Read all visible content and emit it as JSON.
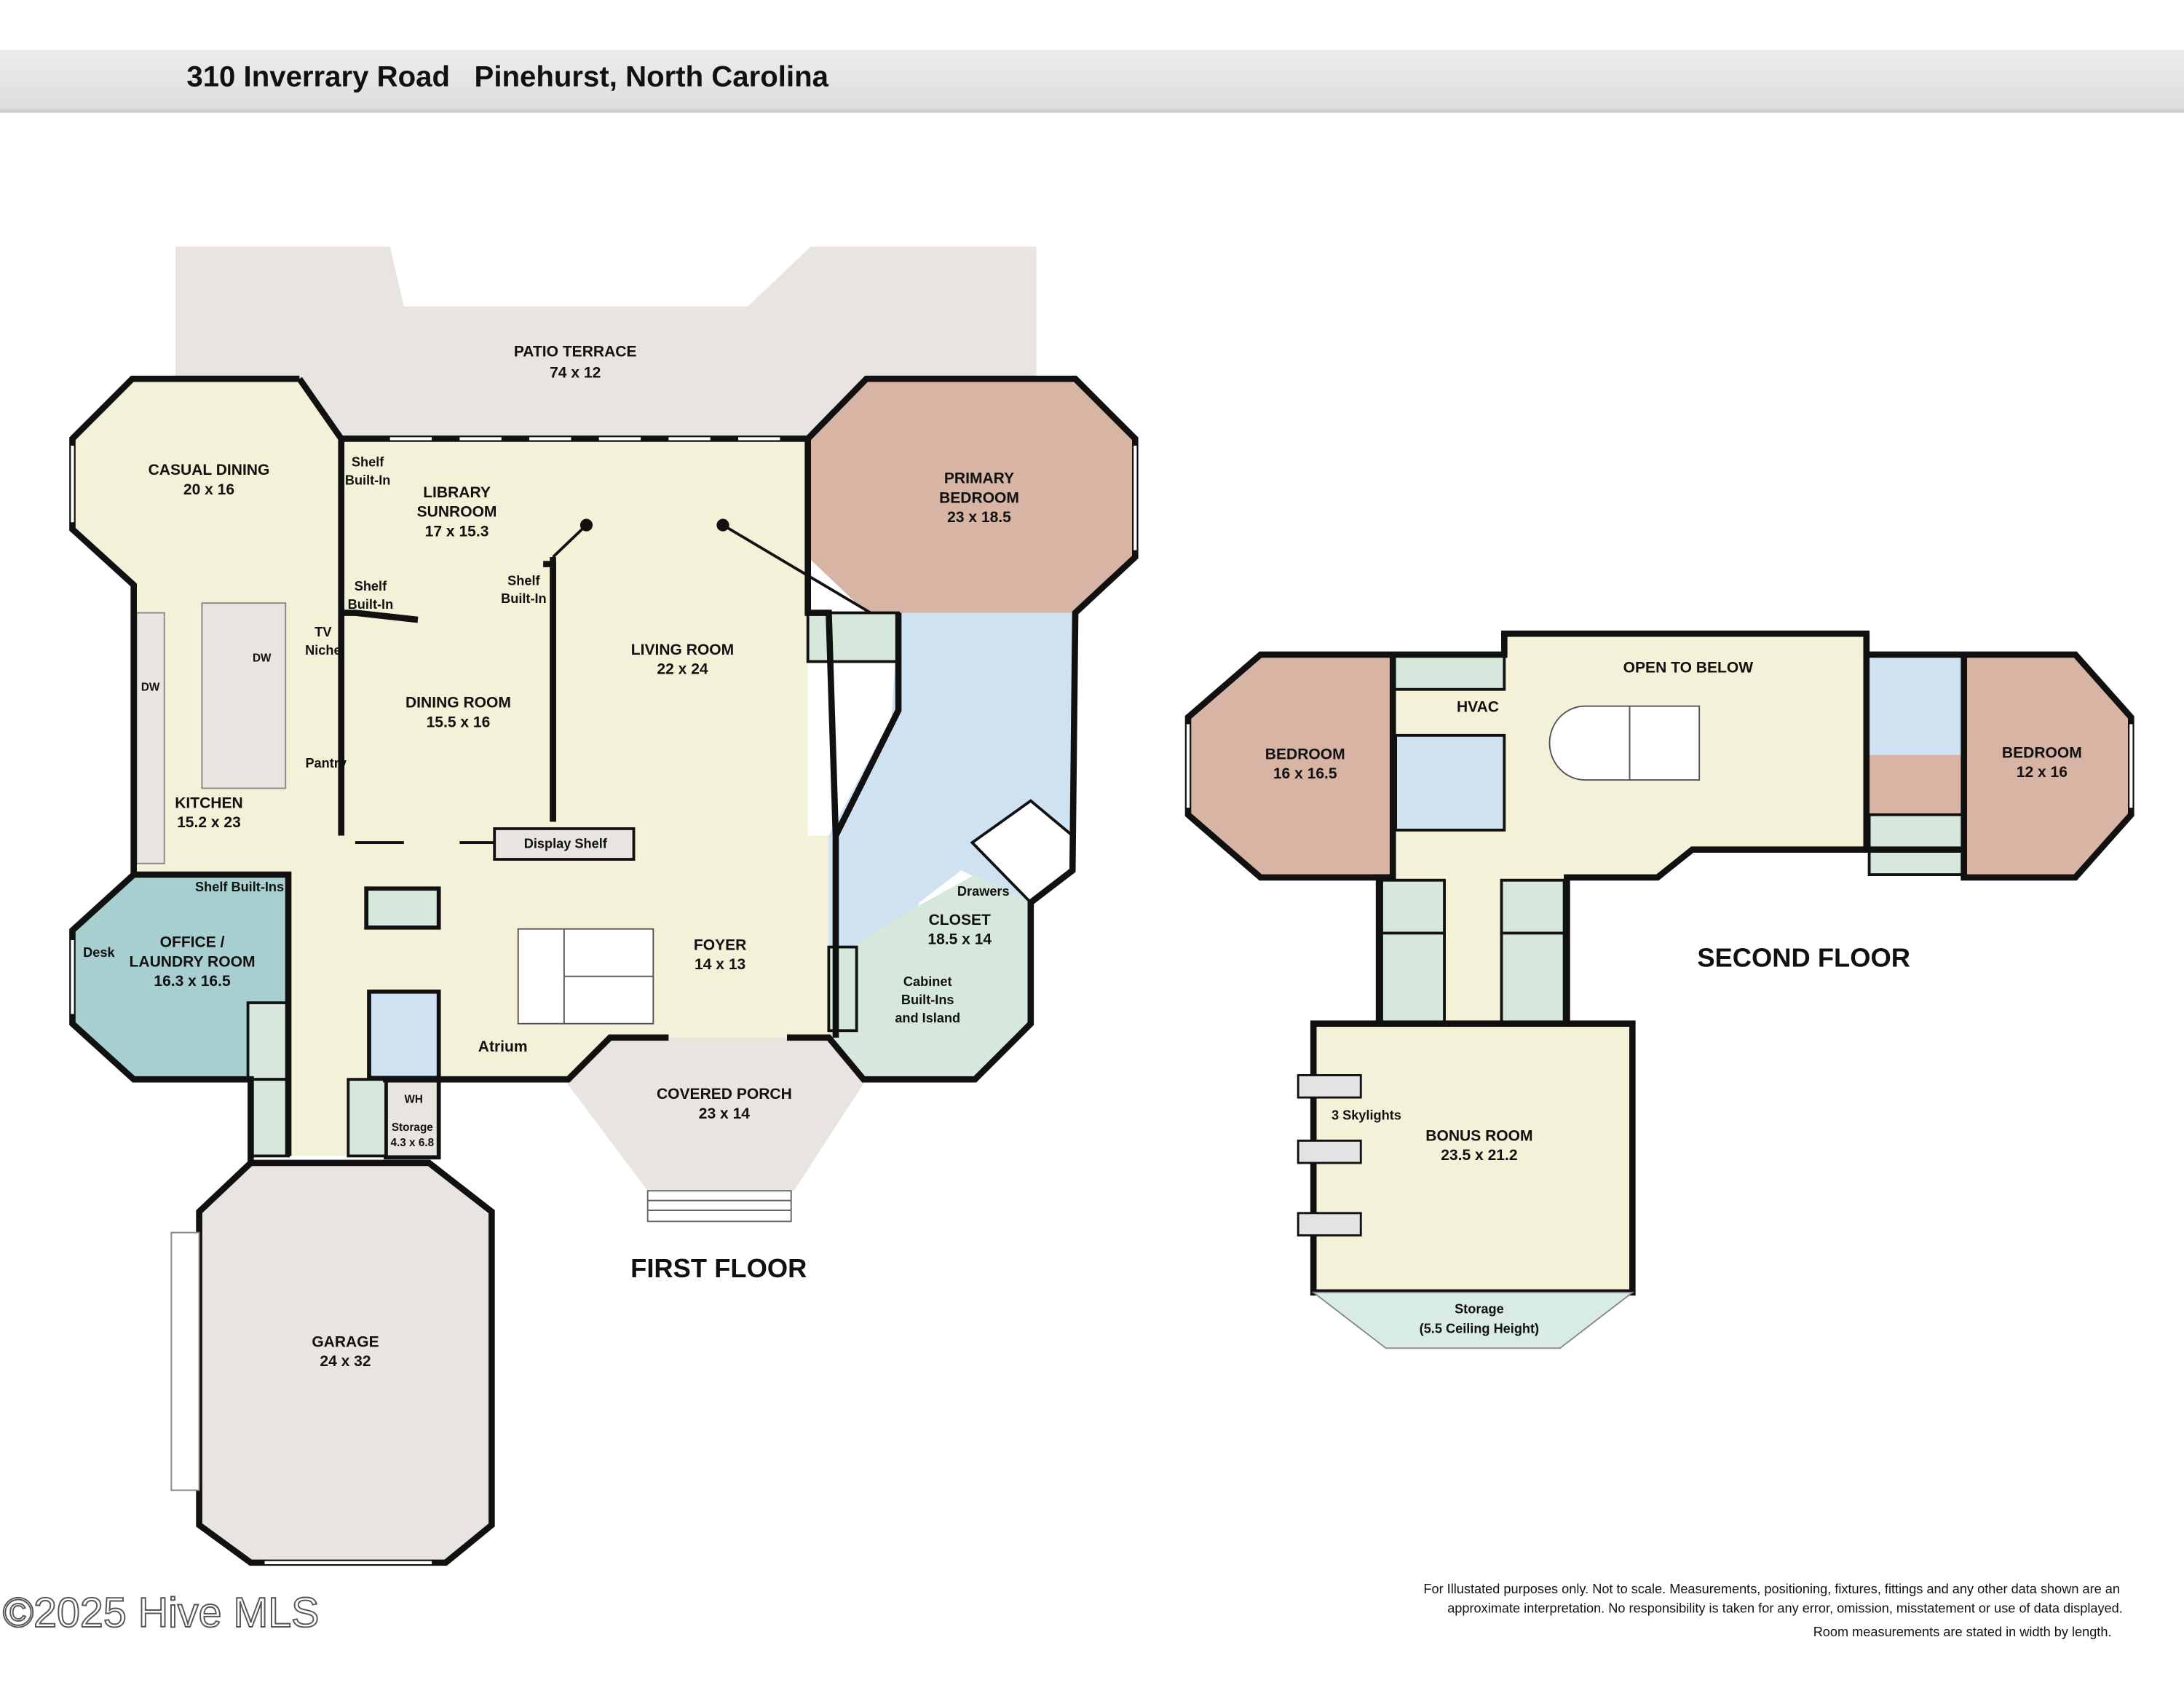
{
  "header": {
    "title": "310 Inverrary Road   Pinehurst, North Carolina"
  },
  "colors": {
    "living_area": "#f3f2d8",
    "bedroom": "#d8b4a5",
    "bath": "#cfe2f2",
    "office": "#a8cfd0",
    "closet": "#d6e8dc",
    "exterior": "#e8e5e0",
    "walls": "#111111"
  },
  "first_floor": {
    "label": "FIRST FLOOR",
    "rooms": {
      "patio": {
        "name": "PATIO TERRACE",
        "dims": "74 x 12"
      },
      "casual_dining": {
        "name": "CASUAL DINING",
        "dims": "20 x 16"
      },
      "library": {
        "name1": "LIBRARY",
        "name2": "SUNROOM",
        "dims": "17 x 15.3"
      },
      "primary_bedroom": {
        "name1": "PRIMARY",
        "name2": "BEDROOM",
        "dims": "23 x 18.5"
      },
      "living_room": {
        "name": "LIVING ROOM",
        "dims": "22 x 24"
      },
      "dining_room": {
        "name": "DINING ROOM",
        "dims": "15.5 x 16"
      },
      "kitchen": {
        "name": "KITCHEN",
        "dims": "15.2 x 23"
      },
      "office": {
        "name1": "OFFICE /",
        "name2": "LAUNDRY ROOM",
        "dims": "16.3 x 16.5"
      },
      "foyer": {
        "name": "FOYER",
        "dims": "14 x 13"
      },
      "closet": {
        "name": "CLOSET",
        "dims": "18.5 x 14"
      },
      "covered_porch": {
        "name": "COVERED PORCH",
        "dims": "23 x 14"
      },
      "storage": {
        "name": "Storage",
        "dims": "4.3 x 6.8"
      },
      "garage": {
        "name": "GARAGE",
        "dims": "24 x 32"
      }
    },
    "notes": {
      "shelf_1a": "Shelf",
      "shelf_1b": "Built-In",
      "shelf_2a": "Shelf",
      "shelf_2b": "Built-In",
      "shelf_3a": "Shelf",
      "shelf_3b": "Built-In",
      "tv_a": "TV",
      "tv_b": "Niche",
      "dw_island": "DW",
      "dw_counter": "DW",
      "pantry": "Pantry",
      "display_shelf": "Display Shelf",
      "shelf_builtins": "Shelf Built-Ins",
      "desk": "Desk",
      "atrium": "Atrium",
      "wh": "WH",
      "drawers": "Drawers",
      "cabinet_a": "Cabinet",
      "cabinet_b": "Built-Ins",
      "cabinet_c": "and Island"
    }
  },
  "second_floor": {
    "label": "SECOND FLOOR",
    "rooms": {
      "open_to_below": {
        "name": "OPEN TO BELOW"
      },
      "bedroom_left": {
        "name": "BEDROOM",
        "dims": "16 x 16.5"
      },
      "bedroom_right": {
        "name": "BEDROOM",
        "dims": "12 x 16"
      },
      "bonus_room": {
        "name": "BONUS ROOM",
        "dims": "23.5 x 21.2"
      },
      "storage": {
        "name": "Storage",
        "dims": "(5.5 Ceiling Height)"
      }
    },
    "notes": {
      "hvac": "HVAC",
      "skylights": "3 Skylights"
    }
  },
  "footer": {
    "copyright": "©2025 Hive MLS",
    "disclaimer_1": "For Illustated purposes only. Not to scale. Measurements, positioning, fixtures, fittings and any other data shown are an",
    "disclaimer_2": "approximate interpretation. No responsibility is taken for any error, omission, misstatement or use of data displayed.",
    "disclaimer_3": "Room measurements are stated in width by length."
  }
}
